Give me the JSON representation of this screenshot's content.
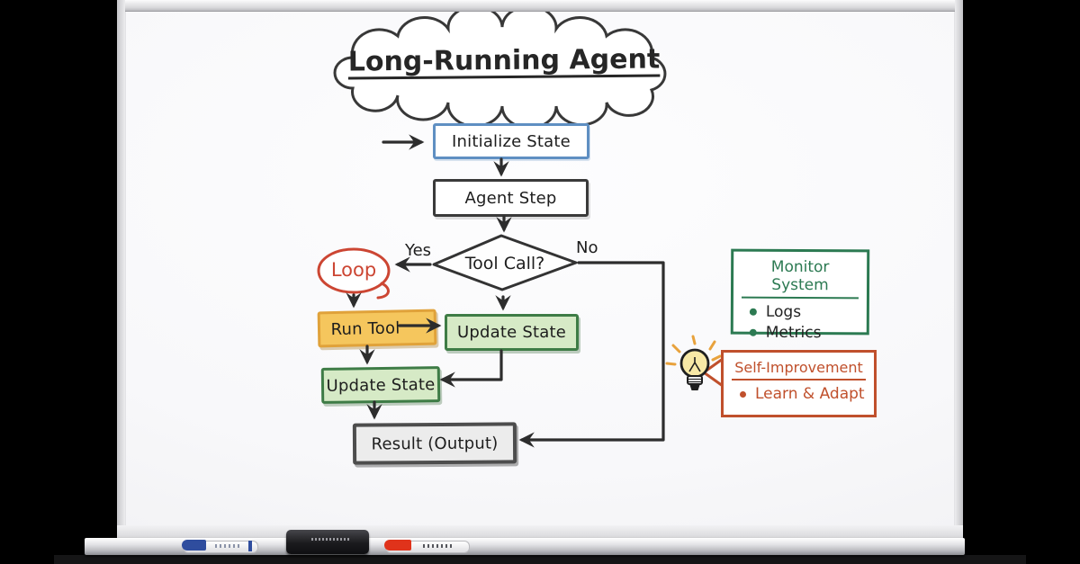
{
  "title": {
    "text": "Long-Running Agent"
  },
  "flowchart": {
    "nodes": {
      "initialize": {
        "label": "Initialize State",
        "shape": "rect",
        "border_color": "#5f8fc2",
        "fill": "#ffffff"
      },
      "agent_step": {
        "label": "Agent Step",
        "shape": "rect",
        "border_color": "#3a3a3a",
        "fill": "#ffffff"
      },
      "tool_call": {
        "label": "Tool Call?",
        "shape": "diamond",
        "border_color": "#333333",
        "fill": "#ffffff"
      },
      "loop": {
        "label": "Loop",
        "shape": "speech-bubble",
        "border_color": "#cc4633",
        "text_color": "#cc4633",
        "fill": "#ffffff"
      },
      "run_tool": {
        "label": "Run Tool",
        "shape": "rect",
        "border_color": "#e0a23a",
        "fill": "#f5c65d"
      },
      "update_state_right": {
        "label": "Update State",
        "shape": "rect",
        "border_color": "#3e7c46",
        "fill": "#d6eac6"
      },
      "update_state_left": {
        "label": "Update State",
        "shape": "rect",
        "border_color": "#3e7c46",
        "fill": "#d6eac6"
      },
      "result": {
        "label": "Result (Output)",
        "shape": "rect",
        "border_color": "#4d4d4d",
        "fill": "#ececec"
      }
    },
    "edge_labels": {
      "yes": "Yes",
      "no": "No"
    },
    "edges": [
      {
        "from": "start",
        "to": "initialize"
      },
      {
        "from": "initialize",
        "to": "agent_step"
      },
      {
        "from": "agent_step",
        "to": "tool_call"
      },
      {
        "from": "tool_call",
        "to": "loop",
        "label": "Yes"
      },
      {
        "from": "tool_call",
        "to": "update_state_right"
      },
      {
        "from": "tool_call",
        "to": "result",
        "label": "No"
      },
      {
        "from": "loop",
        "to": "run_tool"
      },
      {
        "from": "run_tool",
        "to": "update_state_right"
      },
      {
        "from": "run_tool",
        "to": "update_state_left"
      },
      {
        "from": "update_state_right",
        "to": "update_state_left"
      },
      {
        "from": "update_state_left",
        "to": "result"
      }
    ],
    "ink_color": "#2d2d2d"
  },
  "notes": {
    "monitor": {
      "title": "Monitor System",
      "items": [
        "Logs",
        "Metrics"
      ],
      "accent_color": "#2c7a52"
    },
    "improvement": {
      "title": "Self-Improvement",
      "items": [
        "Learn & Adapt"
      ],
      "accent_color": "#c0502c",
      "icon": "lightbulb-icon"
    }
  },
  "tray": {
    "items": [
      "blue-marker",
      "eraser",
      "red-marker"
    ],
    "blue_cap_color": "#2f4d9e",
    "red_cap_color": "#e0331b"
  }
}
